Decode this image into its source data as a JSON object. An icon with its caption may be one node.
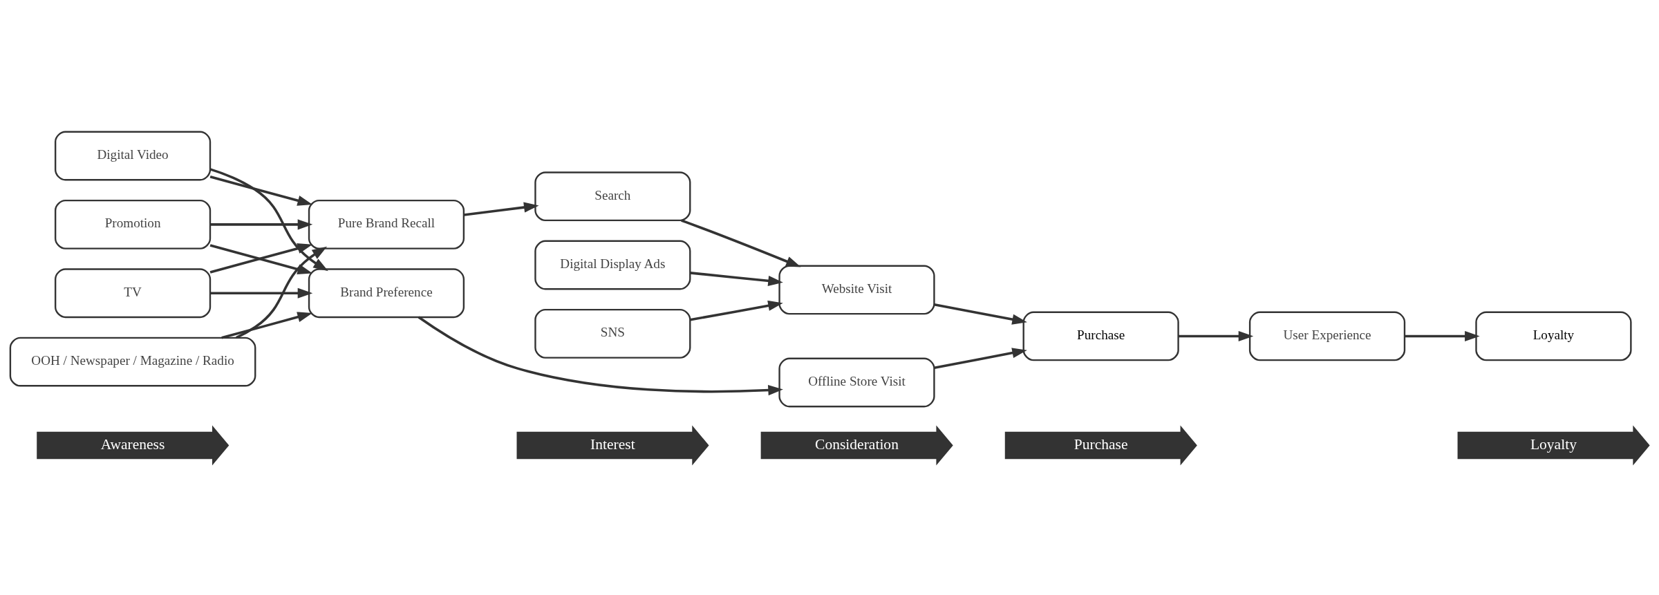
{
  "diagram": {
    "nodes": [
      {
        "text": [
          "Awareness"
        ]
      },
      {
        "text": [
          "Interest"
        ]
      },
      {
        "text": [
          "Consideration"
        ]
      },
      {
        "text": [
          "Purchase"
        ]
      },
      {
        "text": [
          "Loyalty"
        ]
      },
      {
        "text": [
          "TV"
        ]
      },
      {
        "text": [
          "OOH / Newspaper / Magazine / Radio"
        ]
      },
      {
        "text": [
          "Digital Video"
        ]
      },
      {
        "text": [
          "Promotion"
        ]
      },
      {
        "text": [
          "Pure Brand Recall"
        ]
      },
      {
        "text": [
          "Brand Preference"
        ]
      },
      {
        "text": [
          "Search"
        ]
      },
      {
        "text": [
          "Digital Display Ads"
        ]
      },
      {
        "text": [
          "SNS"
        ]
      },
      {
        "text": [
          "Website Visit"
        ]
      },
      {
        "text": [
          "Offline Store Visit"
        ]
      },
      {
        "text": [
          "Purchase"
        ]
      },
      {
        "text": [
          "User Experience"
        ]
      },
      {
        "text": [
          "Loyalty"
        ]
      }
    ],
    "edges": [
      {
        "from": 5,
        "to": 9,
        "arrow": "to"
      },
      {
        "from": 5,
        "to": 10,
        "arrow": "to"
      },
      {
        "from": 6,
        "to": 9,
        "arrow": "to"
      },
      {
        "from": 6,
        "to": 10,
        "arrow": "to"
      },
      {
        "from": 7,
        "to": 9,
        "arrow": "to"
      },
      {
        "from": 7,
        "to": 10,
        "arrow": "to"
      },
      {
        "from": 8,
        "to": 9,
        "arrow": "to"
      },
      {
        "from": 8,
        "to": 10,
        "arrow": "to"
      },
      {
        "from": 9,
        "to": 11,
        "arrow": "to"
      },
      {
        "from": 10,
        "to": 15,
        "arrow": "to"
      },
      {
        "from": 11,
        "to": 14,
        "arrow": "to"
      },
      {
        "from": 12,
        "to": 14,
        "arrow": "to"
      },
      {
        "from": 13,
        "to": 14,
        "arrow": "to"
      },
      {
        "from": 14,
        "to": 16,
        "arrow": "to"
      },
      {
        "from": 15,
        "to": 16,
        "arrow": "to"
      },
      {
        "from": 16,
        "to": 17,
        "arrow": "to"
      },
      {
        "from": 17,
        "to": 18,
        "arrow": "to"
      }
    ]
  }
}
